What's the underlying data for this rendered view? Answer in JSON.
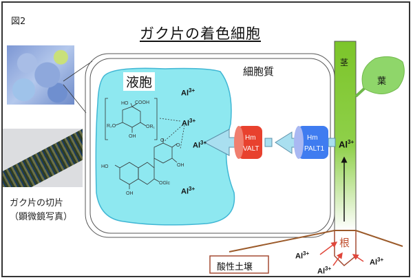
{
  "figure_label": "図2",
  "title": "ガク片の着色細胞",
  "caption": {
    "line1": "ガク片の切片",
    "line2": "（顕微鏡写真）"
  },
  "photos": {
    "flower": "hydrangea-flower-photo",
    "section": "sepal-section-micrograph"
  },
  "cell": {
    "cytoplasm_label": "細胞質",
    "vacuole_label": "液胞"
  },
  "ion": "Al",
  "ion_charge": "3+",
  "molecule": {
    "quinic_labels": [
      "HO",
      "COOH",
      "R₂O",
      "OR₁",
      "OH"
    ],
    "anthocyanin_labels": [
      "HO",
      "OH",
      "OGlc",
      "O",
      "O",
      "OH"
    ]
  },
  "transporters": [
    {
      "line1": "Hm",
      "line2": "VALT",
      "color": "#e8412e"
    },
    {
      "line1": "Hm",
      "line2": "PALT1",
      "color": "#3f7cf0"
    }
  ],
  "plant": {
    "stem_label": "茎",
    "leaf_label": "葉",
    "root_label": "根",
    "soil_label": "酸性土壌"
  },
  "colors": {
    "vacuole": "#8ee8f0",
    "stem": "#7cc52a",
    "leaf": "#8fd66a",
    "root": "#b5533a",
    "soil_line": "#9b5a2a",
    "arrow_fill": "#a9dff0"
  }
}
